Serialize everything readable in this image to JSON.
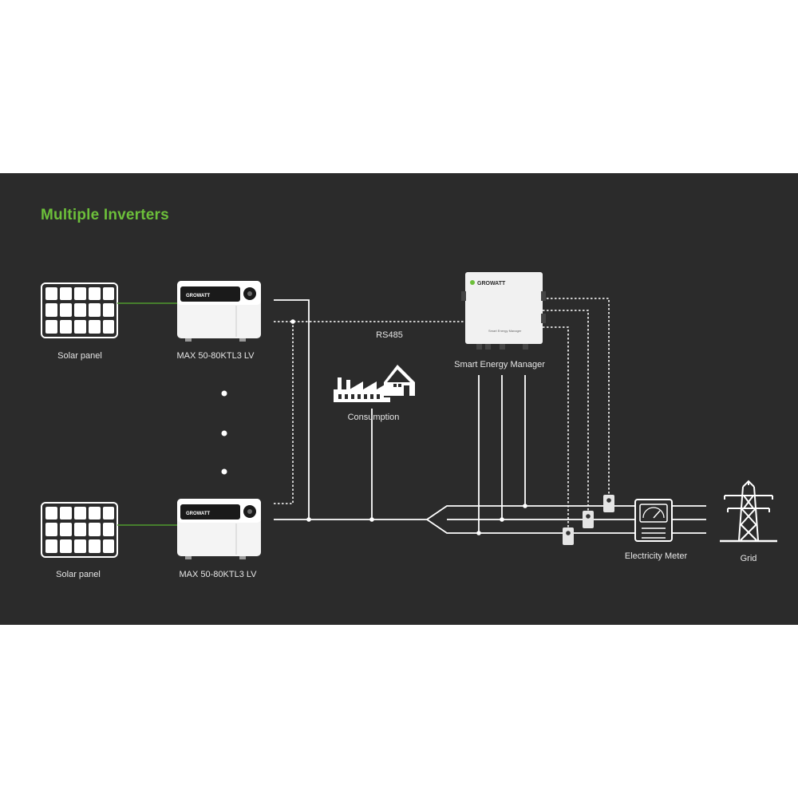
{
  "title": "Multiple Inverters",
  "labels": {
    "solar_panel_top": "Solar panel",
    "solar_panel_bottom": "Solar panel",
    "inverter_top": "MAX 50-80KTL3 LV",
    "inverter_bottom": "MAX 50-80KTL3 LV",
    "rs485": "RS485",
    "consumption": "Consumption",
    "smart_energy_manager": "Smart Energy Manager",
    "electricity_meter": "Electricity Meter",
    "grid": "Grid"
  },
  "device_text": {
    "brand": "GROWATT",
    "manager_caption": "Smart Energy Manager"
  },
  "colors": {
    "background": "#2b2b2b",
    "accent": "#6cbf3a",
    "line": "#ffffff",
    "text": "#e6e6e6"
  }
}
